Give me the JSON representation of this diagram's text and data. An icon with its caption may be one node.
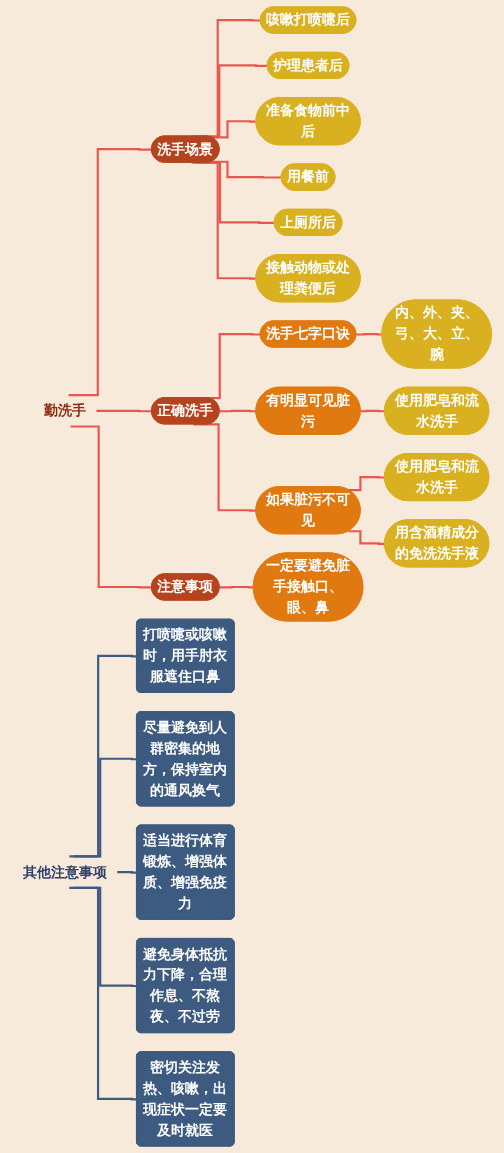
{
  "diagram": {
    "nodes": [
      {
        "text": [
          "勤洗手"
        ]
      },
      {
        "text": [
          "洗手场景"
        ]
      },
      {
        "text": [
          "咳嗽打喷嚏后"
        ]
      },
      {
        "text": [
          "护理患者后"
        ]
      },
      {
        "text": [
          "准备食物前中后"
        ]
      },
      {
        "text": [
          "用餐前"
        ]
      },
      {
        "text": [
          "上厕所后"
        ]
      },
      {
        "text": [
          "接触动物或处理粪便后"
        ]
      },
      {
        "text": [
          "正确洗手"
        ]
      },
      {
        "text": [
          "洗手七字口诀"
        ]
      },
      {
        "text": [
          "内、外、夹、弓、大、立、腕"
        ]
      },
      {
        "text": [
          "有明显可见脏污"
        ]
      },
      {
        "text": [
          "使用肥皂和流水洗手"
        ]
      },
      {
        "text": [
          "如果脏污不可见"
        ]
      },
      {
        "text": [
          "使用肥皂和流水洗手"
        ]
      },
      {
        "text": [
          "用含酒精成分的免洗洗手液"
        ]
      },
      {
        "text": [
          "注意事项"
        ]
      },
      {
        "text": [
          "一定要避免脏手接触口、眼、鼻"
        ]
      },
      {
        "text": [
          "其他注意事项"
        ]
      },
      {
        "text": [
          "打喷嚏或咳嗽时，用手肘衣服遮住口鼻"
        ]
      },
      {
        "text": [
          "尽量避免到人群密集的地方，保持室内的通风换气"
        ]
      },
      {
        "text": [
          "适当进行体育锻炼、增强体质、增强免疫力"
        ]
      },
      {
        "text": [
          "避免身体抵抗力下降，合理作息、不熬夜、不过劳"
        ]
      },
      {
        "text": [
          "密切关注发热、咳嗽，出现症状一定要及时就医"
        ]
      }
    ],
    "edges": [
      {
        "from": 0,
        "to": 1,
        "arrow": "none"
      },
      {
        "from": 1,
        "to": 2,
        "arrow": "none"
      },
      {
        "from": 1,
        "to": 3,
        "arrow": "none"
      },
      {
        "from": 1,
        "to": 4,
        "arrow": "none"
      },
      {
        "from": 1,
        "to": 5,
        "arrow": "none"
      },
      {
        "from": 1,
        "to": 6,
        "arrow": "none"
      },
      {
        "from": 1,
        "to": 7,
        "arrow": "none"
      },
      {
        "from": 0,
        "to": 8,
        "arrow": "none"
      },
      {
        "from": 8,
        "to": 9,
        "arrow": "none"
      },
      {
        "from": 9,
        "to": 10,
        "arrow": "none"
      },
      {
        "from": 8,
        "to": 11,
        "arrow": "none"
      },
      {
        "from": 11,
        "to": 12,
        "arrow": "none"
      },
      {
        "from": 8,
        "to": 13,
        "arrow": "none"
      },
      {
        "from": 13,
        "to": 14,
        "arrow": "none"
      },
      {
        "from": 13,
        "to": 15,
        "arrow": "none"
      },
      {
        "from": 0,
        "to": 16,
        "arrow": "none"
      },
      {
        "from": 16,
        "to": 17,
        "arrow": "none"
      },
      {
        "from": 18,
        "to": 19,
        "arrow": "none",
        "color": "#3d5a80"
      },
      {
        "from": 18,
        "to": 20,
        "arrow": "none",
        "color": "#3d5a80"
      },
      {
        "from": 18,
        "to": 21,
        "arrow": "none",
        "color": "#3d5a80"
      },
      {
        "from": 18,
        "to": 22,
        "arrow": "none",
        "color": "#3d5a80"
      },
      {
        "from": 18,
        "to": 23,
        "arrow": "none",
        "color": "#3d5a80"
      }
    ]
  }
}
